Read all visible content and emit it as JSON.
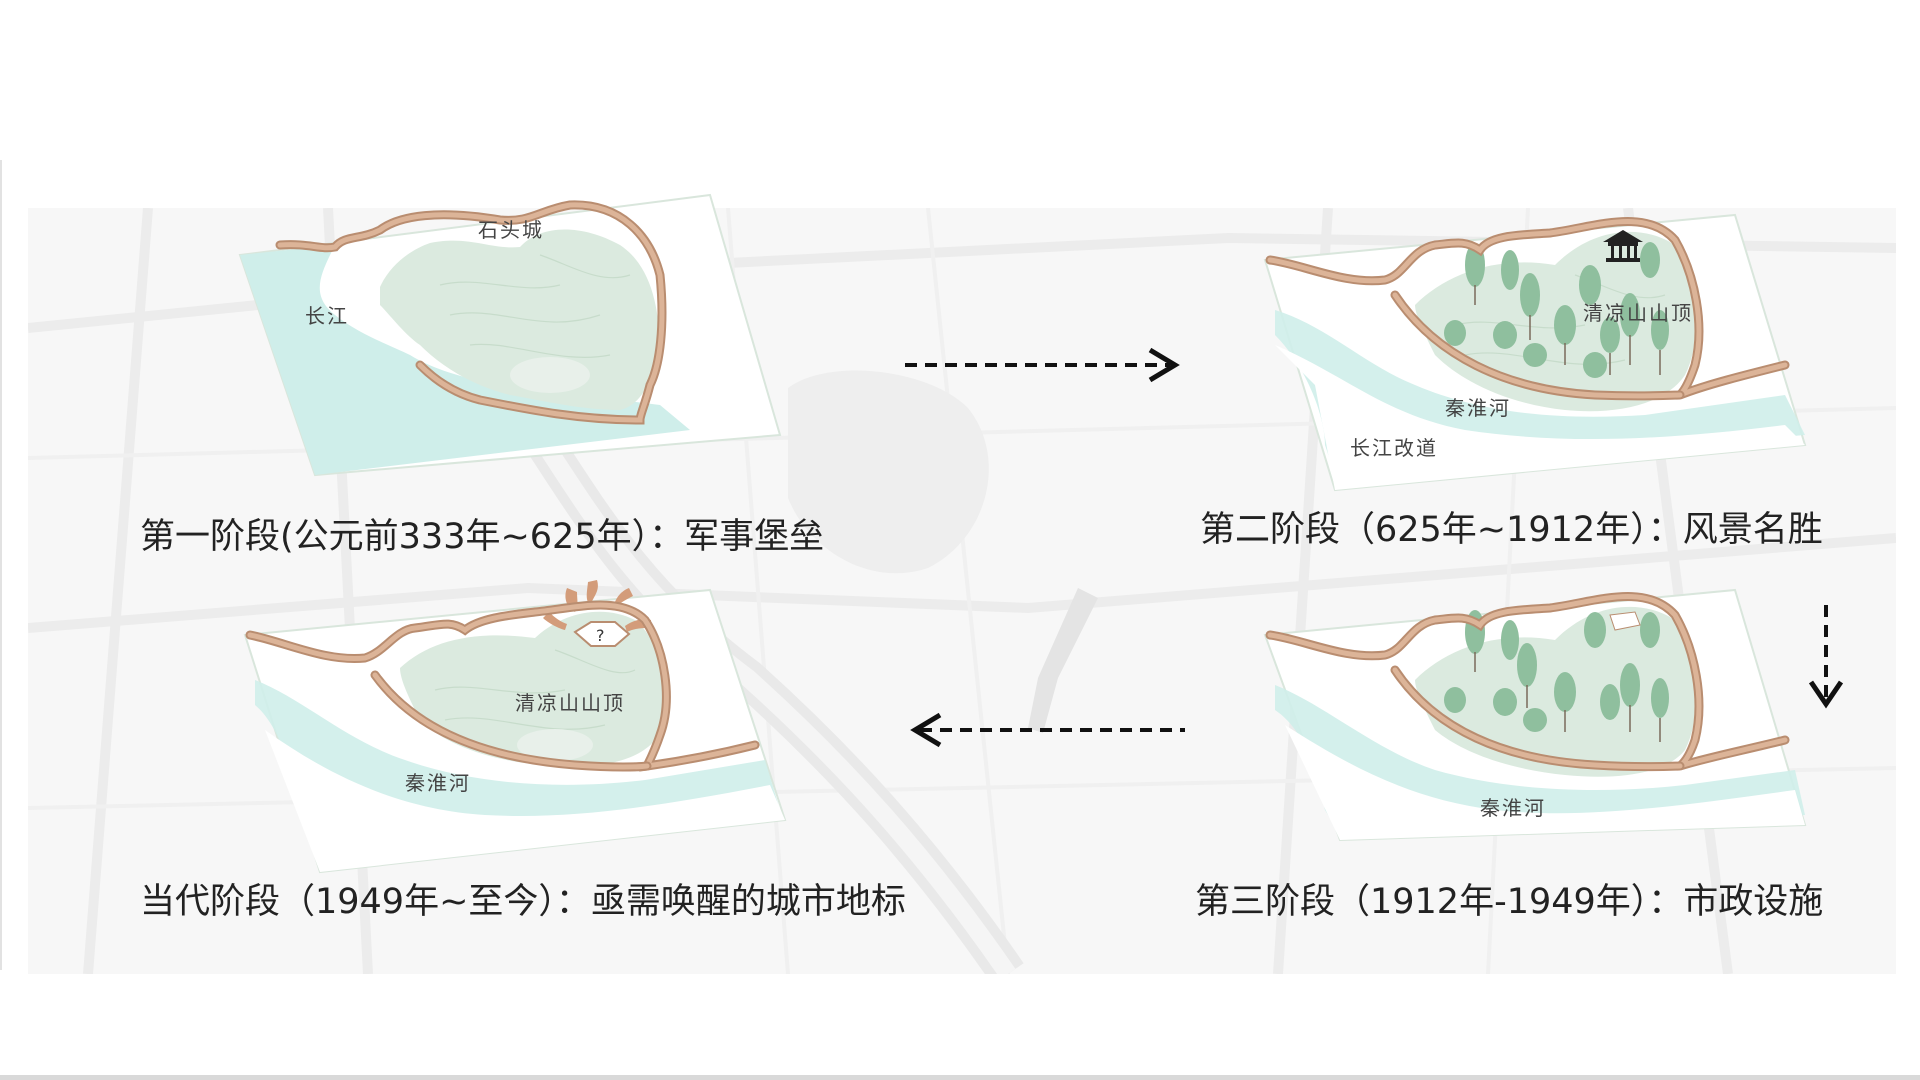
{
  "colors": {
    "water": "#cfeeea",
    "land": "#dbeadf",
    "wall": "#d8ad90",
    "wall_dark": "#b98d70",
    "tree": "#8fbf9e",
    "sign": "#d39c7a",
    "arrow": "#111111"
  },
  "stages": [
    {
      "caption": "第一阶段(公元前333年~625年）：军事堡垒",
      "labels": {
        "city": "石头城",
        "river": "长江"
      }
    },
    {
      "caption": "第二阶段（625年~1912年）：风景名胜",
      "labels": {
        "peak": "清凉山山顶",
        "river": "秦淮河",
        "river2": "长江改道"
      },
      "icon": "pavilion-icon"
    },
    {
      "caption": "第三阶段（1912年-1949年）：市政设施",
      "labels": {
        "river": "秦淮河"
      }
    },
    {
      "caption": "当代阶段（1949年~至今）：亟需唤醒的城市地标",
      "labels": {
        "peak": "清凉山山顶",
        "river": "秦淮河",
        "question": "?"
      }
    }
  ]
}
